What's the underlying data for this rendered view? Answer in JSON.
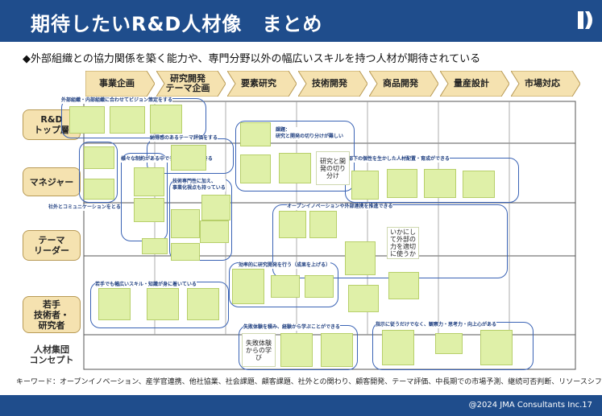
{
  "title": "期待したいR&D人材像　まとめ",
  "subtitle": "◆外部組織との協力関係を築く能力や、専門分野以外の幅広いスキルを持つ人材が期待されている",
  "phases": [
    "事業企画",
    "研究開発\nテーマ企画",
    "要素研究",
    "技術開発",
    "商品開発",
    "量産設計",
    "市場対応"
  ],
  "rows": [
    "R&D\nトップ層",
    "マネジャー",
    "テーマ\nリーダー",
    "若手\n技術者・\n研究者",
    "人材集団\nコンセプト"
  ],
  "group_labels": {
    "g1": "外部組織・内部組織に合わせてビジョン策定をする",
    "g2": "納得感のあるテーマ評価をする",
    "g3": "課題：\n研究と開発の切り分けが難しい",
    "g4": "部下の個性を生かした人材配置・育成ができる",
    "g5": "様々な制約がある中でテーマ設定ができる",
    "g6": "技術専門性に加え、\n事業化視点も持っている",
    "g7": "社外とコミュニケーションをとる",
    "g8": "オープンイノベーションや外部連携を推進できる",
    "g9": "効率的に研究開発を行う（成果を上げる）",
    "g10": "若手でも幅広いスキル・知識が身に着いている",
    "g11": "失敗体験を積み、経験から学ぶことができる",
    "g12": "指示に従うだけでなく、観察力・思考力・向上心がある"
  },
  "highlight_notes": {
    "n1": "研究と開発の切り分け",
    "n2": "いかにして外部の力を適切に使うか",
    "n3": "失敗体験からの学び"
  },
  "keywords": "キーワード：オープンイノベーション、産学官連携、他社協業、社会課題、顧客課題、社外との関わり、顧客開発、テーマ評価、中長期での市場予測、継続可否判断、リソースシフト",
  "footer": "@2024 JMA Consultants Inc.17",
  "colors": {
    "header": "#1f4d8c",
    "chevron": "#f5e2b0",
    "group_border": "#3a63b5",
    "note": "#dff0a8"
  }
}
